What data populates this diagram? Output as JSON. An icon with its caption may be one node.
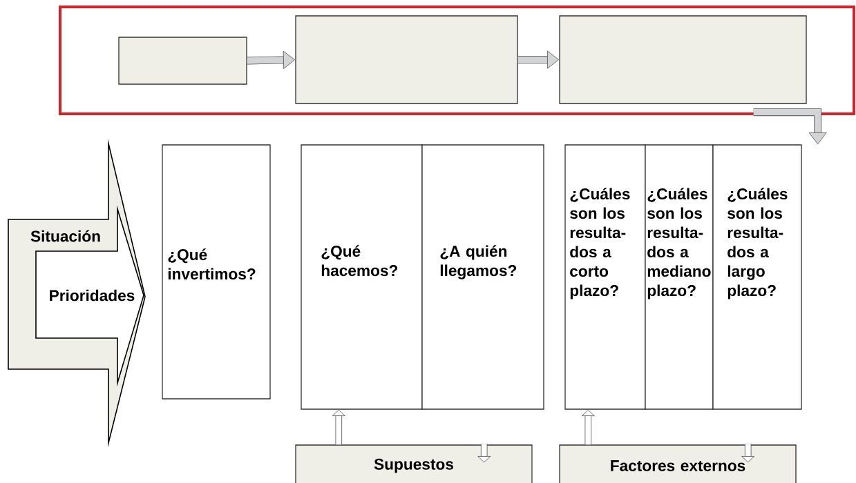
{
  "diagram": {
    "nodes": [
      {
        "text": [],
        "shape": "box"
      },
      {
        "text": [],
        "shape": "box",
        "in": 0
      },
      {
        "text": [],
        "shape": "box",
        "in": 0
      },
      {
        "text": [],
        "shape": "box",
        "in": 0
      },
      {
        "text": [
          "Situación"
        ]
      },
      {
        "text": [
          "Prioridades"
        ],
        "in": 4
      },
      {
        "text": [
          "¿Qué invertimos?"
        ]
      },
      {
        "text": [
          "¿Qué hacemos?"
        ]
      },
      {
        "text": [
          "¿A quién llegamos?"
        ]
      },
      {
        "text": [
          "¿Cuáles son los resulta- dos a corto plazo?"
        ]
      },
      {
        "text": [
          "¿Cuáles son los resulta- dos a mediano plazo?"
        ]
      },
      {
        "text": [
          "¿Cuáles son los resulta- dos a largo plazo?"
        ]
      },
      {
        "text": [
          "Supuestos"
        ]
      },
      {
        "text": [
          "Factores externos"
        ]
      }
    ],
    "edges": [
      {
        "from": 1,
        "to": 2,
        "arrow": "to"
      },
      {
        "from": 2,
        "to": 3,
        "arrow": "to"
      },
      {
        "from": 3,
        "to": 11,
        "arrow": "to"
      },
      {
        "from": 12,
        "to": 7,
        "arrow": "to"
      },
      {
        "from": null,
        "to": 12,
        "arrow": "to"
      },
      {
        "from": 13,
        "to": 9,
        "arrow": "to"
      },
      {
        "from": null,
        "to": 13,
        "arrow": "to"
      }
    ]
  }
}
